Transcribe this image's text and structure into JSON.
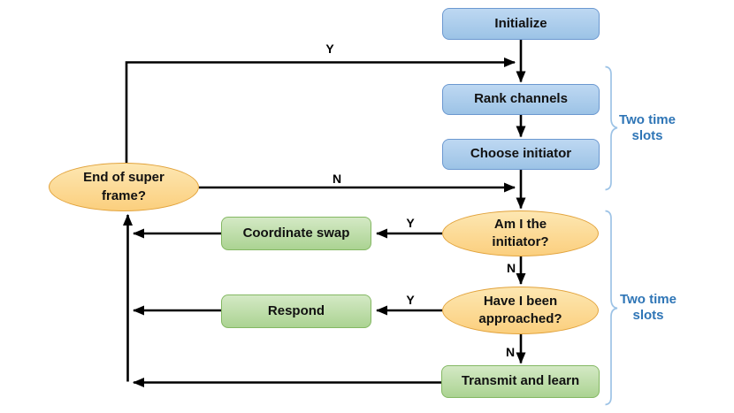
{
  "diagram": {
    "type": "flowchart",
    "nodes": {
      "initialize": {
        "label": "Initialize",
        "shape": "rounded-rect",
        "fill": "blue"
      },
      "rank_channels": {
        "label": "Rank channels",
        "shape": "rounded-rect",
        "fill": "blue"
      },
      "choose_initiator": {
        "label": "Choose initiator",
        "shape": "rounded-rect",
        "fill": "blue"
      },
      "end_of_super_frame": {
        "label": "End of super frame?",
        "shape": "ellipse",
        "fill": "orange"
      },
      "am_i_the_initiator": {
        "label": "Am I the initiator?",
        "shape": "ellipse",
        "fill": "orange"
      },
      "have_i_been_approached": {
        "label": "Have I been approached?",
        "shape": "ellipse",
        "fill": "orange"
      },
      "coordinate_swap": {
        "label": "Coordinate swap",
        "shape": "rounded-rect",
        "fill": "green"
      },
      "respond": {
        "label": "Respond",
        "shape": "rounded-rect",
        "fill": "green"
      },
      "transmit_and_learn": {
        "label": "Transmit and learn",
        "shape": "rounded-rect",
        "fill": "green"
      }
    },
    "edges": [
      {
        "from": "initialize",
        "to": "rank_channels",
        "label": ""
      },
      {
        "from": "rank_channels",
        "to": "choose_initiator",
        "label": ""
      },
      {
        "from": "choose_initiator",
        "to": "am_i_the_initiator",
        "label": ""
      },
      {
        "from": "end_of_super_frame",
        "to": "rank_channels",
        "label": "Y"
      },
      {
        "from": "end_of_super_frame",
        "to": "am_i_the_initiator",
        "label": "N"
      },
      {
        "from": "am_i_the_initiator",
        "to": "coordinate_swap",
        "label": "Y"
      },
      {
        "from": "am_i_the_initiator",
        "to": "have_i_been_approached",
        "label": "N"
      },
      {
        "from": "have_i_been_approached",
        "to": "respond",
        "label": "Y"
      },
      {
        "from": "have_i_been_approached",
        "to": "transmit_and_learn",
        "label": "N"
      },
      {
        "from": "coordinate_swap",
        "to": "end_of_super_frame",
        "label": ""
      },
      {
        "from": "respond",
        "to": "end_of_super_frame",
        "label": ""
      },
      {
        "from": "transmit_and_learn",
        "to": "end_of_super_frame",
        "label": ""
      }
    ],
    "annotations": {
      "brace_top_label": "Two time slots",
      "brace_bottom_label": "Two time slots"
    },
    "colors": {
      "process_blue_fill": "#AECDED",
      "process_blue_border": "#6B98D0",
      "decision_orange_fill": "#FBD184",
      "decision_orange_border": "#E2A33C",
      "action_green_fill": "#B9DBA2",
      "action_green_border": "#84B863",
      "connector": "#000000",
      "brace": "#9DC3E6",
      "annotation_text": "#2E75B6"
    }
  }
}
